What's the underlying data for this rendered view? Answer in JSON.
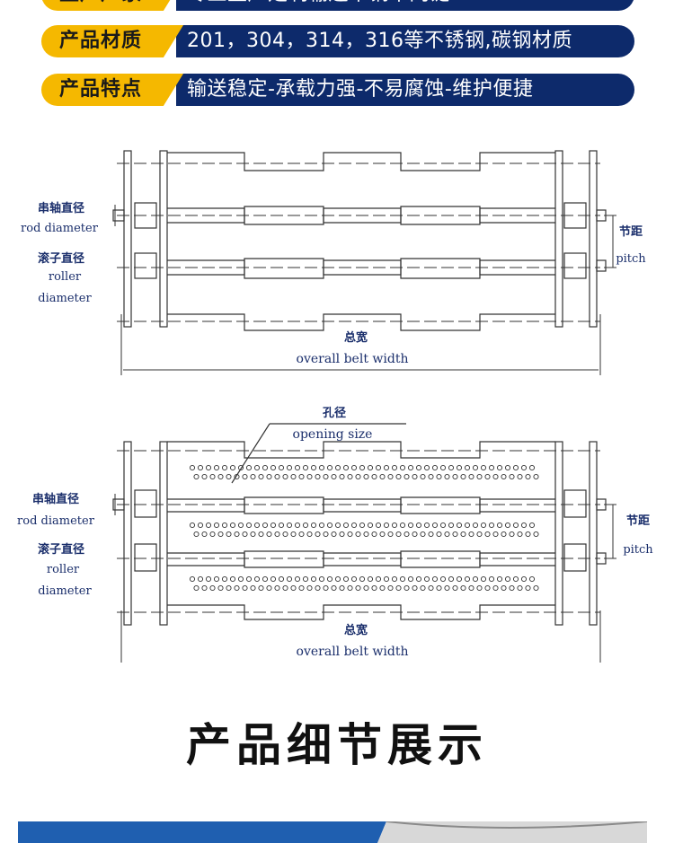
{
  "top_banner": {
    "partial_row": {
      "label": "生产厂家",
      "value": "专业生产定制输送带钢带网链"
    },
    "rows": [
      {
        "label": "产品材质",
        "value": "201，304，314，316等不锈钢,碳钢材质"
      },
      {
        "label": "产品特点",
        "value": "输送稳定-承载力强-不易腐蚀-维护便捷"
      }
    ]
  },
  "diagram1": {
    "rod_diameter_cn": "串轴直径",
    "rod_diameter_en": "rod diameter",
    "roller_diameter_cn": "滚子直径",
    "roller_diameter_en_1": "roller",
    "roller_diameter_en_2": "diameter",
    "pitch_cn": "节距",
    "pitch_en": "pitch",
    "width_cn": "总宽",
    "width_en": "overall belt width"
  },
  "diagram2": {
    "opening_cn": "孔径",
    "opening_en": "opening size",
    "rod_diameter_cn": "串轴直径",
    "rod_diameter_en": "rod diameter",
    "roller_diameter_cn": "滚子直径",
    "roller_diameter_en_1": "roller",
    "roller_diameter_en_2": "diameter",
    "pitch_cn": "节距",
    "pitch_en": "pitch",
    "width_cn": "总宽",
    "width_en": "overall belt width"
  },
  "section_title": "产品细节展示",
  "colors": {
    "navy": "#0d2a6b",
    "gold": "#f5b800",
    "line": "#333333"
  }
}
